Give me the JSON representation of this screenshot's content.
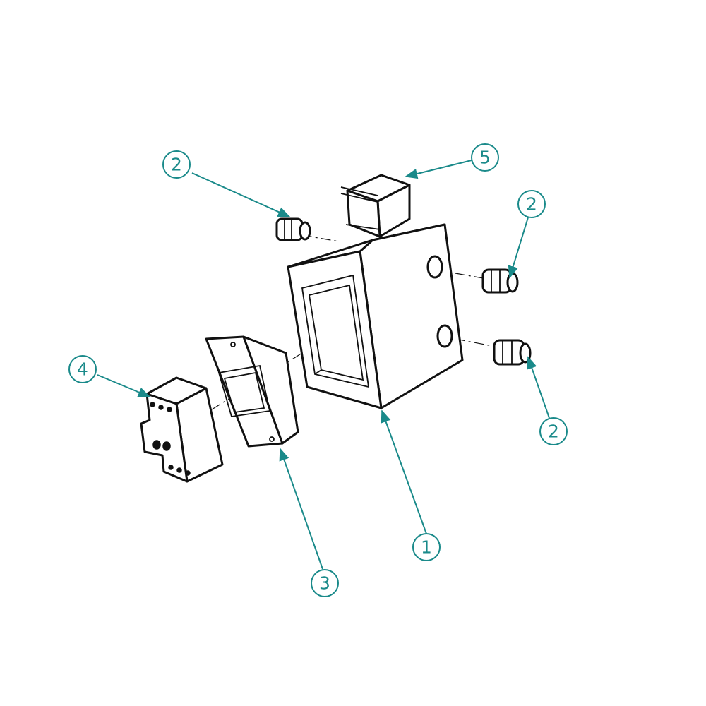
{
  "drawing": {
    "balloon_color": "#1a8a8a",
    "line_color": "#111111",
    "balloons": [
      {
        "id": "b1",
        "label": "1"
      },
      {
        "id": "b2a",
        "label": "2"
      },
      {
        "id": "b2b",
        "label": "2"
      },
      {
        "id": "b2c",
        "label": "2"
      },
      {
        "id": "b3",
        "label": "3"
      },
      {
        "id": "b4",
        "label": "4"
      },
      {
        "id": "b5",
        "label": "5"
      }
    ]
  }
}
